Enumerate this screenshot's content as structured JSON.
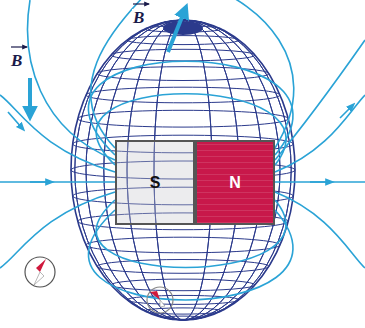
{
  "diagram": {
    "nodes": [
      {
        "text": [
          "S"
        ]
      },
      {
        "text": [
          "N"
        ]
      }
    ],
    "labels": [
      "B",
      "B"
    ]
  }
}
